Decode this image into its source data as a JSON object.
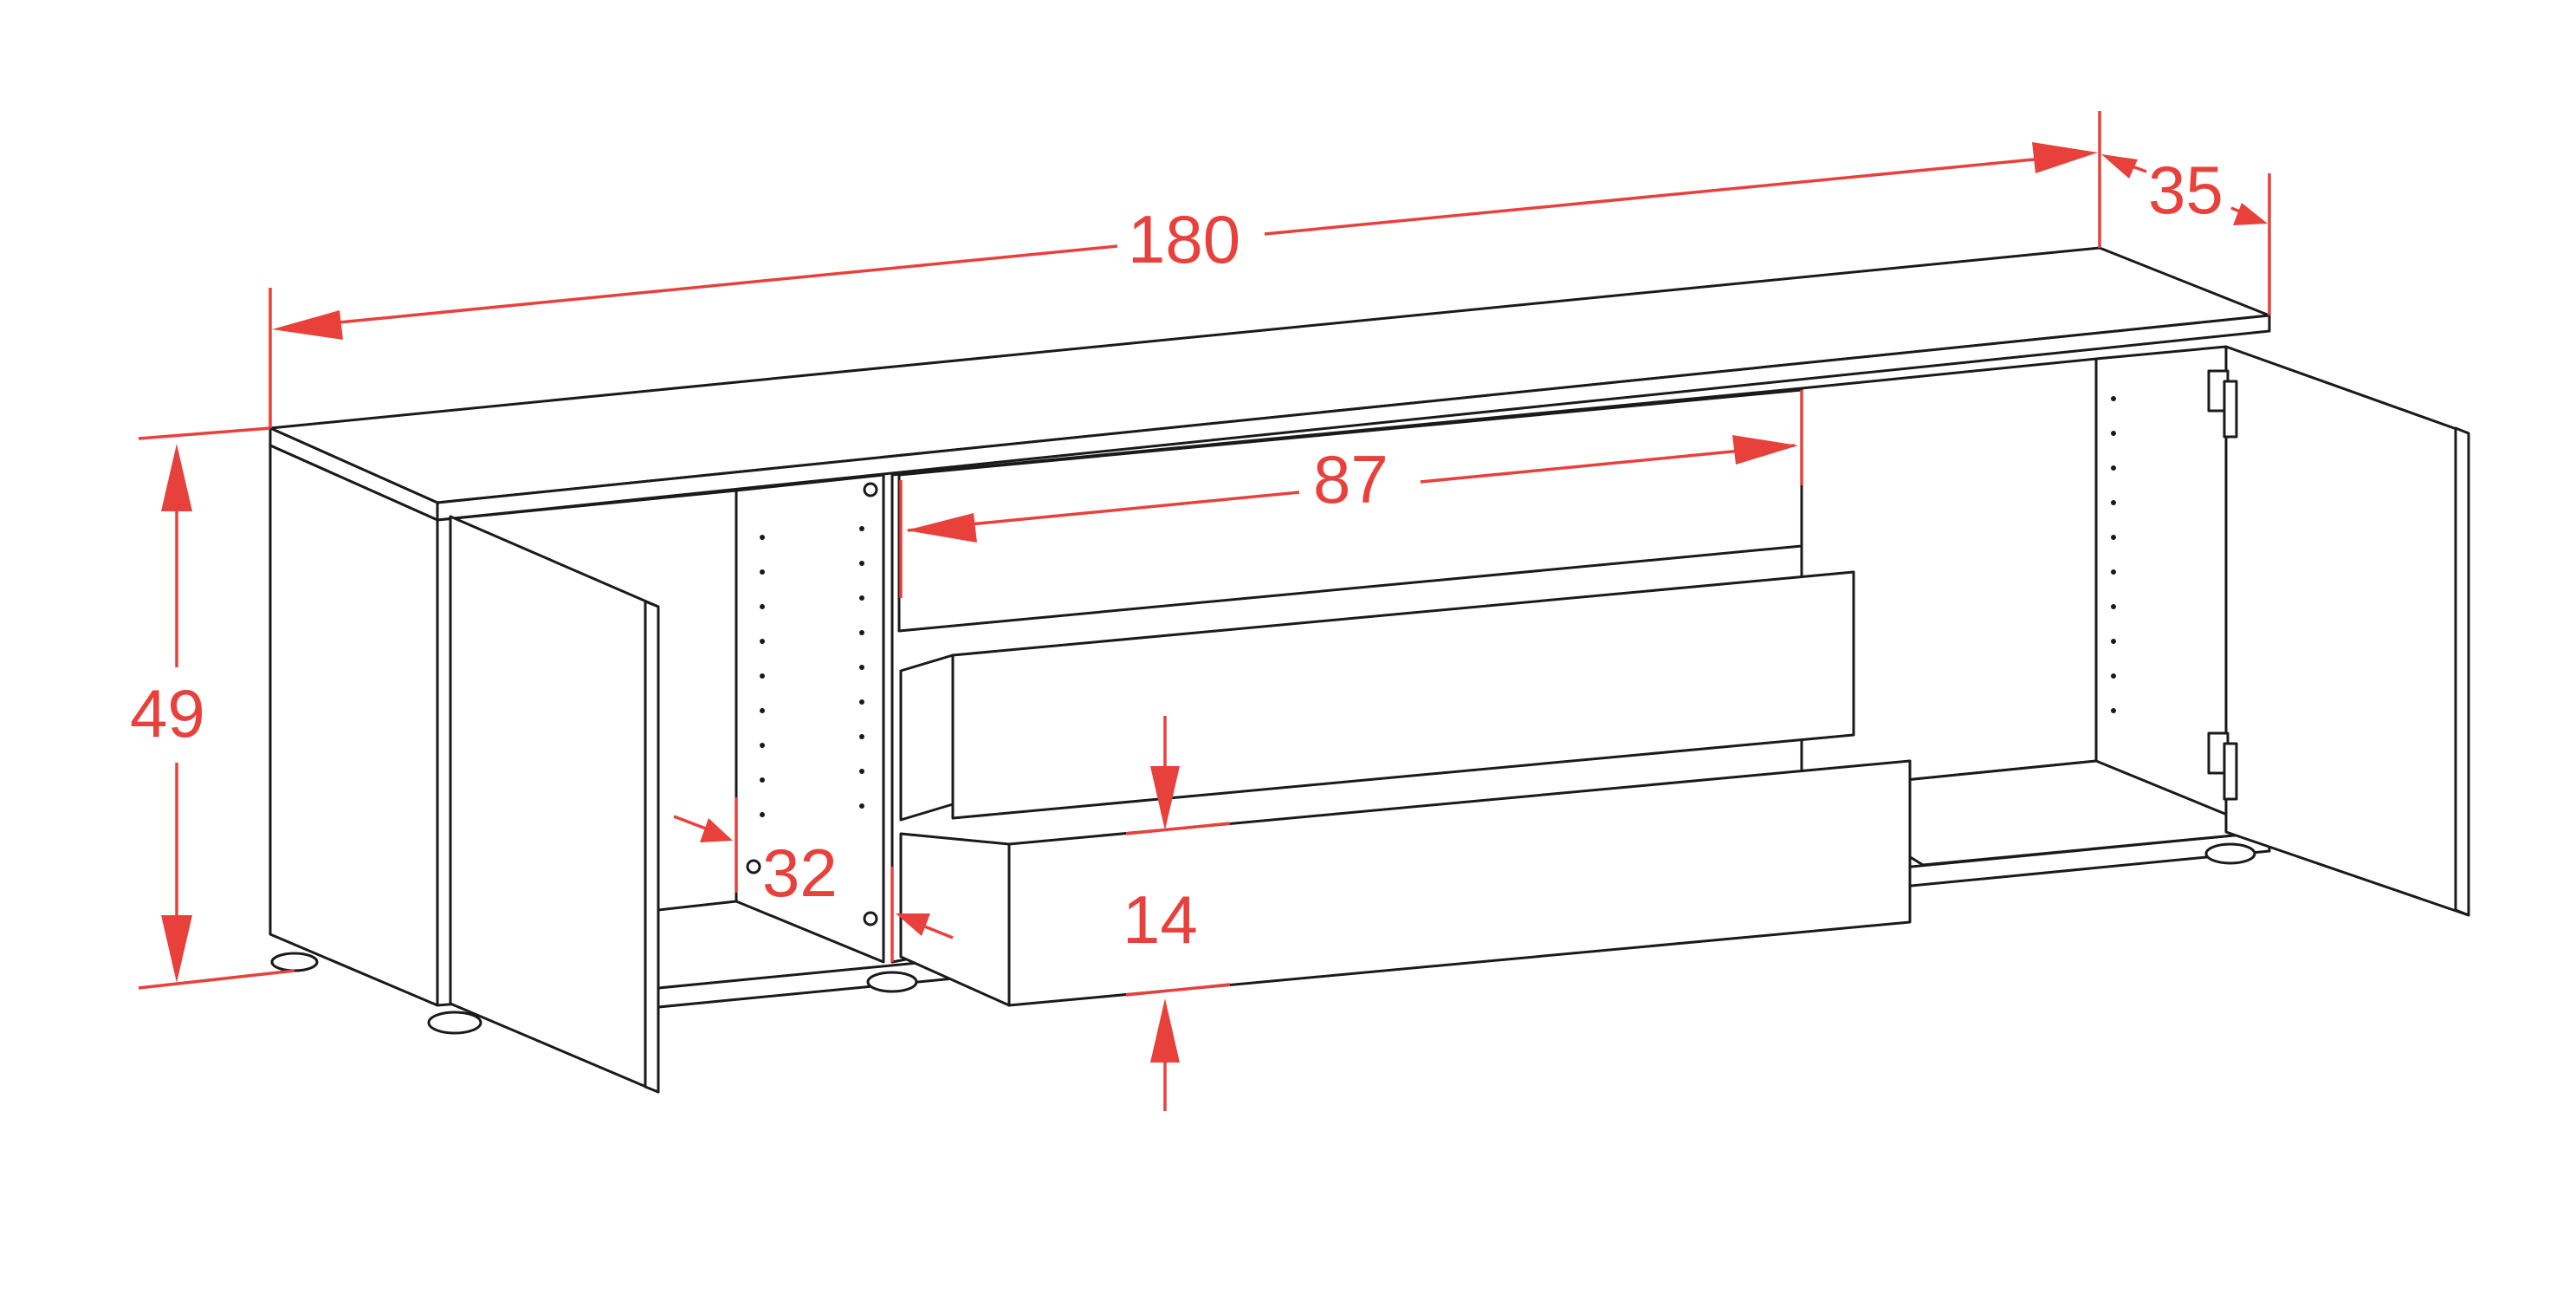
{
  "diagram": {
    "dimensions": {
      "width": "180",
      "depth": "35",
      "height": "49",
      "inner_drawer_width": "87",
      "side_gap": "32",
      "drawer_front_height": "14"
    },
    "colors": {
      "dimension": "#e8413c",
      "outline": "#1a1a1a",
      "background": "#ffffff"
    }
  }
}
